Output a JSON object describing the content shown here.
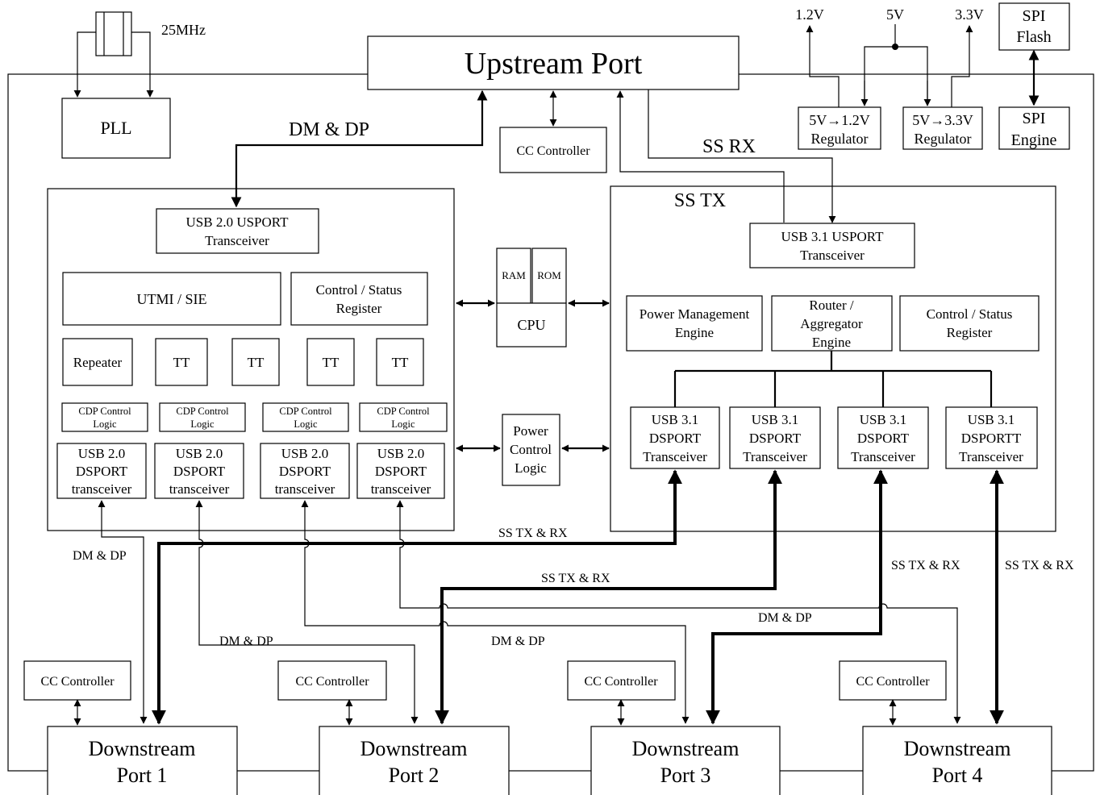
{
  "crystal": {
    "freq": "25MHz"
  },
  "power": {
    "v12": "1.2V",
    "v5": "5V",
    "v33": "3.3V"
  },
  "spi_flash": [
    "SPI",
    "Flash"
  ],
  "spi_engine": [
    "SPI",
    "Engine"
  ],
  "reg12": [
    "5V→1.2V",
    "Regulator"
  ],
  "reg33": [
    "5V→3.3V",
    "Regulator"
  ],
  "upstream_port": "Upstream Port",
  "pll": "PLL",
  "cc_top": "CC Controller",
  "labels": {
    "dm_dp_top": "DM & DP",
    "ss_rx": "SS RX",
    "ss_tx": "SS TX",
    "sstxrx_1": "SS TX & RX",
    "sstxrx_2": "SS TX & RX",
    "sstxrx_3": "SS TX & RX",
    "sstxrx_4": "SS TX & RX",
    "dmdp_1": "DM & DP",
    "dmdp_2": "DM & DP",
    "dmdp_3": "DM & DP",
    "dmdp_4": "DM & DP"
  },
  "usb2": {
    "usport": [
      "USB 2.0 USPORT",
      "Transceiver"
    ],
    "utmi": "UTMI / SIE",
    "csr": [
      "Control / Status",
      "Register"
    ],
    "repeater": "Repeater",
    "tt": [
      "TT",
      "TT",
      "TT",
      "TT"
    ],
    "cdp": [
      [
        "CDP Control",
        "Logic"
      ],
      [
        "CDP Control",
        "Logic"
      ],
      [
        "CDP Control",
        "Logic"
      ],
      [
        "CDP Control",
        "Logic"
      ]
    ],
    "dsport": [
      [
        "USB 2.0",
        "DSPORT",
        "transceiver"
      ],
      [
        "USB 2.0",
        "DSPORT",
        "transceiver"
      ],
      [
        "USB 2.0",
        "DSPORT",
        "transceiver"
      ],
      [
        "USB 2.0",
        "DSPORT",
        "transceiver"
      ]
    ]
  },
  "center": {
    "ram": "RAM",
    "rom": "ROM",
    "cpu": "CPU",
    "pcl": [
      "Power",
      "Control",
      "Logic"
    ]
  },
  "usb3": {
    "usport": [
      "USB 3.1 USPORT",
      "Transceiver"
    ],
    "pme": [
      "Power Management",
      "Engine"
    ],
    "router": [
      "Router /",
      "Aggregator",
      "Engine"
    ],
    "csr": [
      "Control / Status",
      "Register"
    ],
    "dsport": [
      [
        "USB 3.1",
        "DSPORT",
        "Transceiver"
      ],
      [
        "USB 3.1",
        "DSPORT",
        "Transceiver"
      ],
      [
        "USB 3.1",
        "DSPORT",
        "Transceiver"
      ],
      [
        "USB 3.1",
        "DSPORTT",
        "Transceiver"
      ]
    ]
  },
  "bottom": {
    "cc": [
      "CC Controller",
      "CC Controller",
      "CC Controller",
      "CC Controller"
    ],
    "ports": [
      [
        "Downstream",
        "Port 1"
      ],
      [
        "Downstream",
        "Port 2"
      ],
      [
        "Downstream",
        "Port 3"
      ],
      [
        "Downstream",
        "Port 4"
      ]
    ]
  }
}
